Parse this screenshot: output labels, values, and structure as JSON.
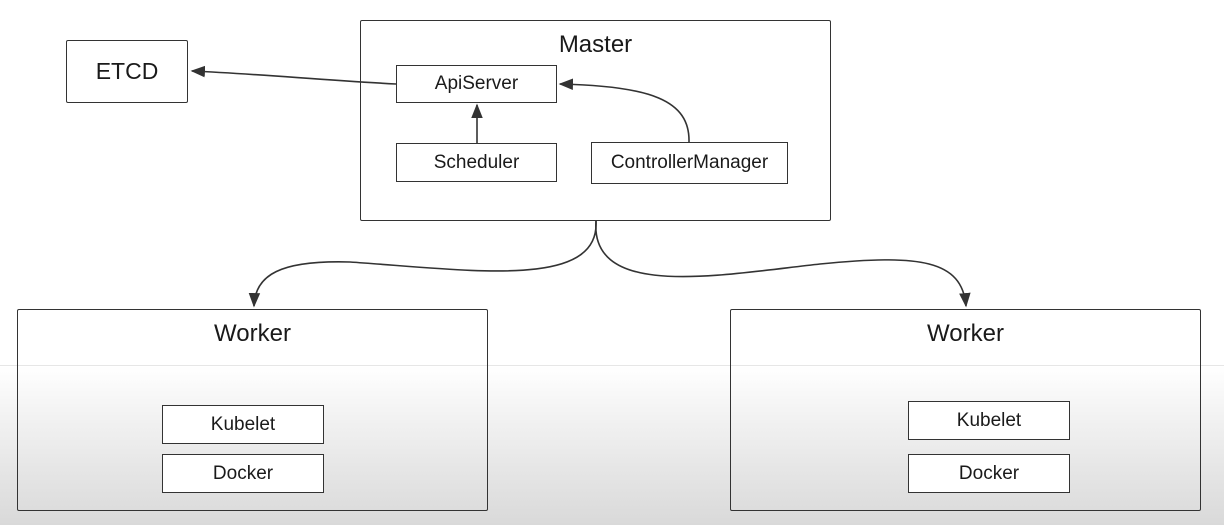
{
  "etcd": {
    "label": "ETCD"
  },
  "master": {
    "title": "Master",
    "api_server": "ApiServer",
    "scheduler": "Scheduler",
    "controller_manager": "ControllerManager"
  },
  "workers": [
    {
      "title": "Worker",
      "kubelet": "Kubelet",
      "docker": "Docker"
    },
    {
      "title": "Worker",
      "kubelet": "Kubelet",
      "docker": "Docker"
    }
  ],
  "colors": {
    "line": "#333333",
    "background": "#ffffff"
  }
}
